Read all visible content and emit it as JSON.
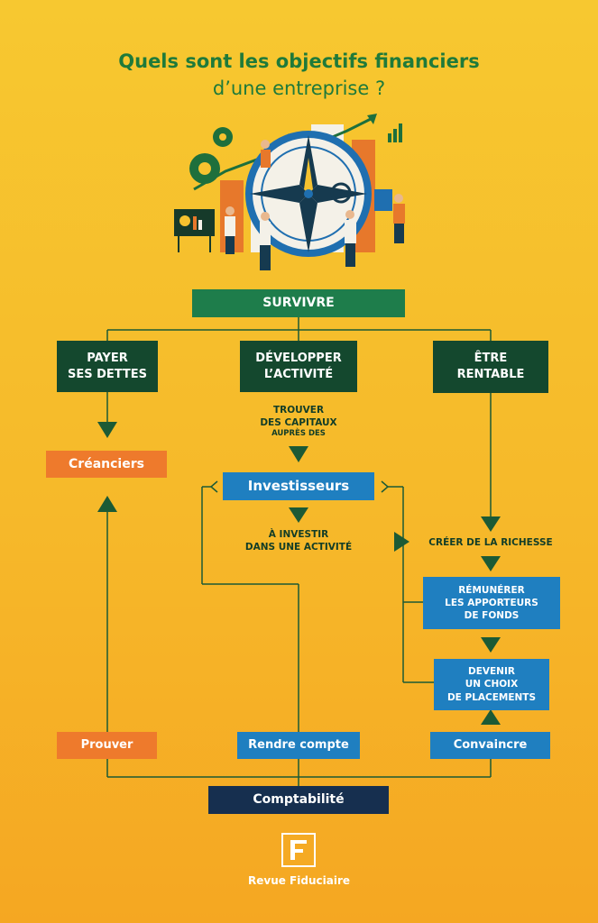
{
  "title": {
    "line1": "Quels sont les objectifs financiers",
    "line2": "d’une entreprise ?"
  },
  "nodes": {
    "survivre": "SURVIVRE",
    "payer": "PAYER\nSES DETTES",
    "developper": "DÉVELOPPER\nL’ACTIVITÉ",
    "rentable": "ÊTRE\nRENTABLE",
    "creanciers": "Créanciers",
    "investisseurs": "Investisseurs",
    "remunerer": "RÉMUNÉRER\nLES APPORTEURS\nDE FONDS",
    "devenir": "DEVENIR\nUN CHOIX\nDE PLACEMENTS",
    "prouver": "Prouver",
    "rendre_compte": "Rendre compte",
    "convaincre": "Convaincre",
    "comptabilite": "Comptabilité"
  },
  "labels": {
    "trouver": "TROUVER\nDES CAPITAUX",
    "aupres": "AUPRÈS DES",
    "investir": "À INVESTIR\nDANS UNE ACTIVITÉ",
    "creer": "CRÉER DE LA RICHESSE"
  },
  "brand": {
    "name": "Revue Fiduciaire"
  },
  "colors": {
    "background": "#f6b92a",
    "title": "#1f7a3a",
    "survivre": "#1e7d4b",
    "objectives": "#14482e",
    "stakeholder_orange": "#ee7a2c",
    "stakeholder_blue": "#1f7fc0",
    "comptabilite": "#162f4f"
  }
}
